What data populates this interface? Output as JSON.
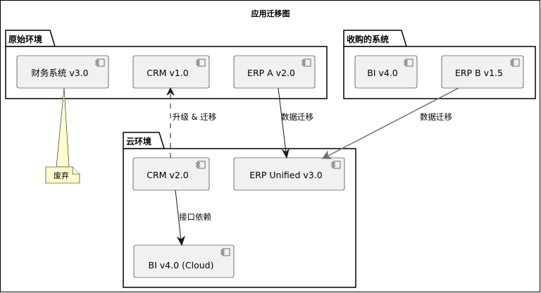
{
  "diagram": {
    "title": "应用迁移图",
    "packages": {
      "legacy": {
        "label": "原始环境"
      },
      "acquired": {
        "label": "收购的系统"
      },
      "cloud": {
        "label": "云环境"
      }
    },
    "components": {
      "finance": {
        "label": "财务系统 v3.0"
      },
      "crm_v1": {
        "label": "CRM v1.0"
      },
      "erp_a": {
        "label": "ERP A v2.0"
      },
      "bi_v4": {
        "label": "BI v4.0"
      },
      "erp_b": {
        "label": "ERP B v1.5"
      },
      "crm_v2": {
        "label": "CRM v2.0"
      },
      "erp_unified": {
        "label": "ERP Unified v3.0"
      },
      "bi_cloud": {
        "label": "BI v4.0 (Cloud)"
      }
    },
    "notes": {
      "deprecated": {
        "label": "废弃"
      }
    },
    "edges": {
      "upgrade": {
        "label": "升级 & 迁移",
        "style": "dashed"
      },
      "erp_a_migration": {
        "label": "数据迁移"
      },
      "erp_b_migration": {
        "label": "数据迁移"
      },
      "interface": {
        "label": "接口依赖"
      }
    }
  }
}
